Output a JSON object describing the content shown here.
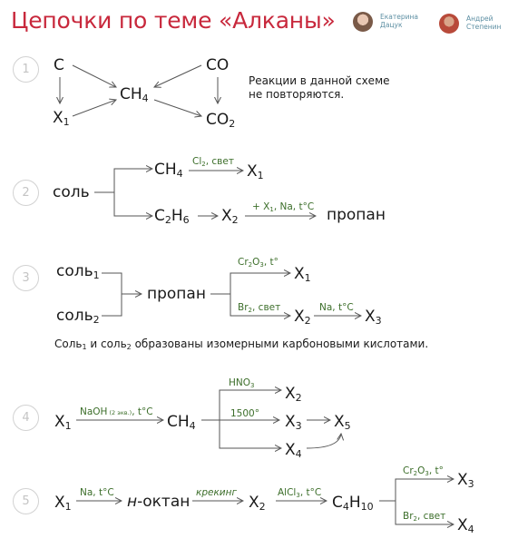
{
  "title": "Цепочки по теме «Алканы»",
  "authors": [
    {
      "name": "Екатерина",
      "surname": "Дацук"
    },
    {
      "name": "Андрей",
      "surname": "Степенин"
    }
  ],
  "chains": [
    {
      "number": "1",
      "c": "C",
      "x1": "X",
      "x1_sub": "1",
      "ch4": "CH",
      "ch4_sub": "4",
      "co": "CO",
      "co2": "CO",
      "co2_sub": "2",
      "note_line1": "Реакции в данной схеме",
      "note_line2": "не повторяются."
    },
    {
      "number": "2",
      "salt": "соль",
      "ch4": "CH",
      "ch4_sub": "4",
      "cond1": "Cl",
      "cond1_sub": "2",
      "cond1_rest": ", свет",
      "x1": "X",
      "x1_sub": "1",
      "c2h6_a": "C",
      "c2h6_sub1": "2",
      "c2h6_b": "H",
      "c2h6_sub2": "6",
      "x2": "X",
      "x2_sub": "2",
      "cond2_a": "+ X",
      "cond2_sub": "1",
      "cond2_b": ", Na, t°C",
      "propane": "пропан"
    },
    {
      "number": "3",
      "salt1": "соль",
      "salt1_sub": "1",
      "salt2": "соль",
      "salt2_sub": "2",
      "propane": "пропан",
      "cond1_a": "Cr",
      "cond1_sub1": "2",
      "cond1_b": "O",
      "cond1_sub2": "3",
      "cond1_c": ", t°",
      "x1": "X",
      "x1_sub": "1",
      "cond2_a": "Br",
      "cond2_sub": "2",
      "cond2_b": ", свет",
      "x2": "X",
      "x2_sub": "2",
      "cond3": "Na, t°C",
      "x3": "X",
      "x3_sub": "3",
      "note_a": "Соль",
      "note_sub1": "1",
      "note_b": " и соль",
      "note_sub2": "2",
      "note_c": "  образованы изомерными карбоновыми кислотами."
    },
    {
      "number": "4",
      "x1": "X",
      "x1_sub": "1",
      "cond1_a": "NaOH",
      "cond1_small": " (2 экв.)",
      "cond1_b": ", t°C",
      "ch4": "CH",
      "ch4_sub": "4",
      "cond2_a": "HNO",
      "cond2_sub": "3",
      "x2": "X",
      "x2_sub": "2",
      "cond3": "1500°",
      "x3": "X",
      "x3_sub": "3",
      "x5": "X",
      "x5_sub": "5",
      "x4": "X",
      "x4_sub": "4"
    },
    {
      "number": "5",
      "x1": "X",
      "x1_sub": "1",
      "cond1": "Na, t°C",
      "octane_prefix": "н",
      "octane_rest": "-октан",
      "cond2": "крекинг",
      "x2": "X",
      "x2_sub": "2",
      "cond3_a": "AlCl",
      "cond3_sub": "3",
      "cond3_b": ", t°C",
      "c4h10_a": "C",
      "c4h10_sub1": "4",
      "c4h10_b": "H",
      "c4h10_sub2": "10",
      "cond4_a": "Cr",
      "cond4_sub1": "2",
      "cond4_b": "O",
      "cond4_sub2": "3",
      "cond4_c": ", t°",
      "x3": "X",
      "x3_sub": "3",
      "cond5_a": "Br",
      "cond5_sub": "2",
      "cond5_b": ", свет",
      "x4": "X",
      "x4_sub": "4"
    }
  ],
  "colors": {
    "title": "#c8283c",
    "condition": "#3c6e2a",
    "author": "#5d8fa3",
    "circle": "#d2d2d2"
  }
}
